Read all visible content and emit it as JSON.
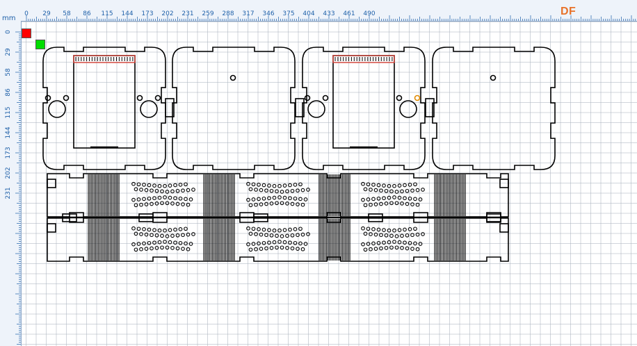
{
  "ruler": {
    "unit": "mm",
    "top_ticks": [
      "0",
      "29",
      "58",
      "86",
      "115",
      "144",
      "173",
      "202",
      "231",
      "259",
      "288",
      "317",
      "346",
      "375",
      "404",
      "433",
      "461",
      "490"
    ],
    "left_ticks": [
      "0",
      "29",
      "58",
      "86",
      "115",
      "144",
      "173",
      "202",
      "231"
    ]
  },
  "logo": {
    "text": "DF",
    "color": "#e8722a"
  },
  "swatches": [
    {
      "name": "red-layer-swatch",
      "color": "#ff0000"
    },
    {
      "name": "green-layer-swatch",
      "color": "#00dd00"
    }
  ],
  "design": {
    "stroke": "#000000",
    "top_rail_color": "#d9443a",
    "highlight_hole_color": "#e08a00",
    "panels": [
      {
        "name": "front-panel-left",
        "has_window": true
      },
      {
        "name": "back-panel-left",
        "has_window": false
      },
      {
        "name": "front-panel-right",
        "has_window": true
      },
      {
        "name": "back-panel-right",
        "has_window": false
      }
    ],
    "strips": [
      {
        "name": "side-strip-top"
      },
      {
        "name": "side-strip-bottom"
      }
    ]
  }
}
